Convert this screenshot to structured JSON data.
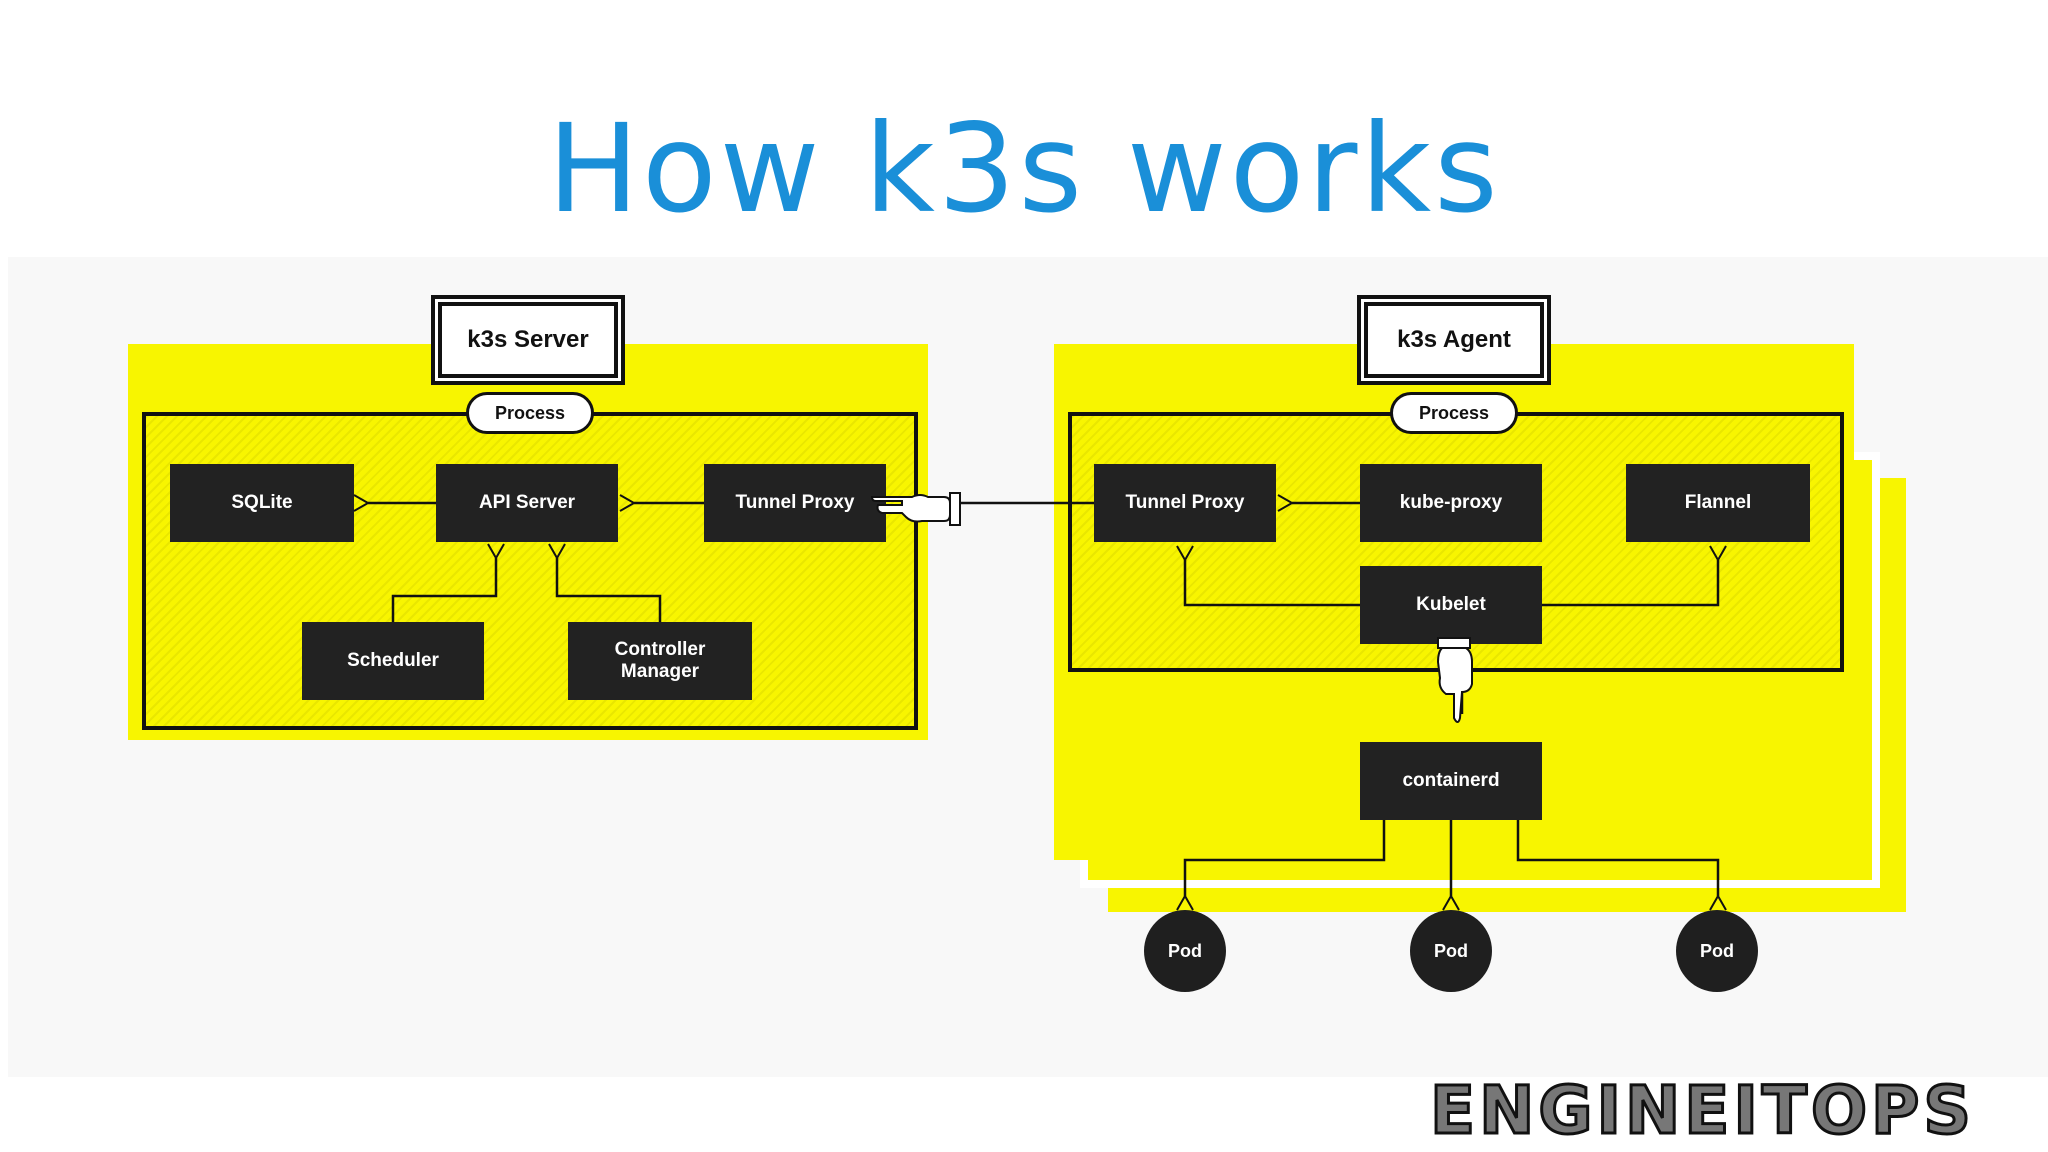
{
  "title": "How k3s works",
  "server": {
    "label": "k3s Server",
    "process": "Process",
    "sqlite": "SQLite",
    "api_server": "API Server",
    "tunnel_proxy": "Tunnel Proxy",
    "scheduler": "Scheduler",
    "controller_manager_line1": "Controller",
    "controller_manager_line2": "Manager"
  },
  "agent": {
    "label": "k3s Agent",
    "process": "Process",
    "tunnel_proxy": "Tunnel Proxy",
    "kube_proxy": "kube-proxy",
    "flannel": "Flannel",
    "kubelet": "Kubelet",
    "containerd": "containerd",
    "pods": [
      "Pod",
      "Pod",
      "Pod"
    ]
  },
  "logo": "ENGINEITOPS",
  "colors": {
    "title": "#1a8fd8",
    "panel": "#f8f500",
    "box": "#222222"
  }
}
